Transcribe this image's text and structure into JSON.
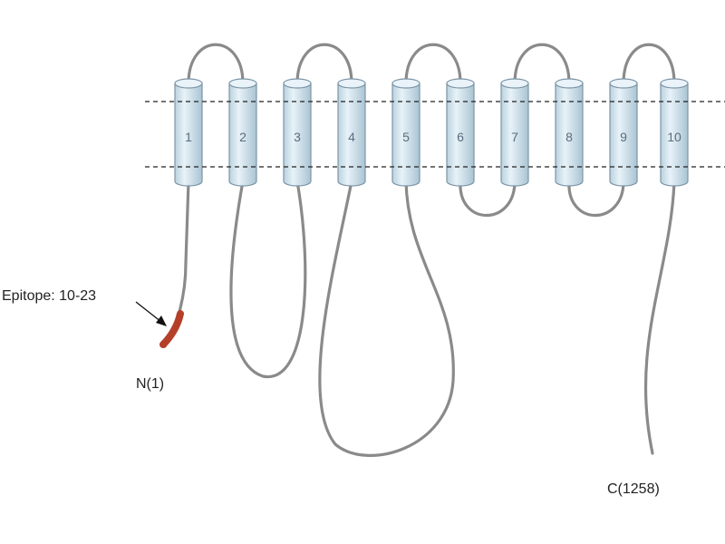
{
  "epitope_label": "Epitope: 10-23",
  "n_terminus_label": "N(1)",
  "c_terminus_label": "C(1258)",
  "helices": [
    {
      "number": "1"
    },
    {
      "number": "2"
    },
    {
      "number": "3"
    },
    {
      "number": "4"
    },
    {
      "number": "5"
    },
    {
      "number": "6"
    },
    {
      "number": "7"
    },
    {
      "number": "8"
    },
    {
      "number": "9"
    },
    {
      "number": "10"
    }
  ],
  "colors": {
    "chain": "#8a8a8a",
    "helix_fill": "#d5e6ef",
    "helix_stroke": "#7c95a6",
    "epitope": "#b5402a",
    "membrane_line": "#222222"
  }
}
